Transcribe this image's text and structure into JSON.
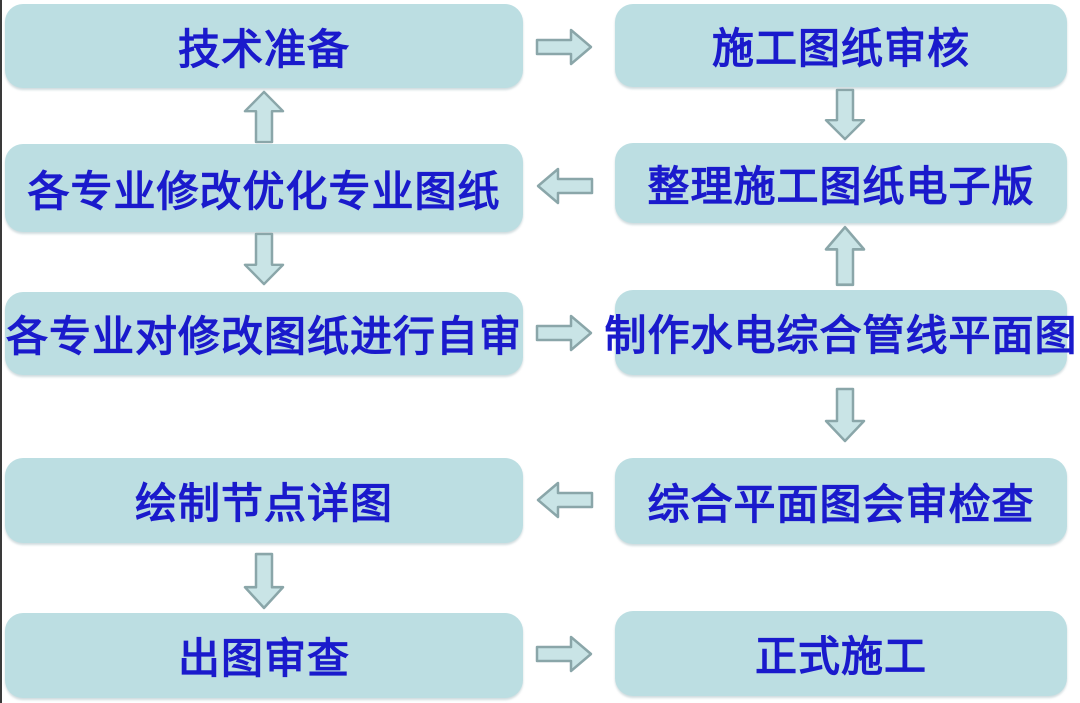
{
  "diagram": {
    "type": "flowchart",
    "colors": {
      "background": "#ffffff",
      "node_fill": "#bcdee2",
      "node_text": "#1a1acc",
      "arrow_fill": "#c9e4e6",
      "arrow_stroke": "#8aa6a9"
    },
    "nodes": [
      {
        "id": "technical-preparation",
        "column": "left",
        "row": 1,
        "label": "技术准备"
      },
      {
        "id": "discipline-optimize-drawings",
        "column": "left",
        "row": 2,
        "label": "各专业修改优化专业图纸"
      },
      {
        "id": "discipline-self-review",
        "column": "left",
        "row": 3,
        "label": "各专业对修改图纸进行自审"
      },
      {
        "id": "node-detail-drawing",
        "column": "left",
        "row": 4,
        "label": "绘制节点详图"
      },
      {
        "id": "drawing-output-review",
        "column": "left",
        "row": 5,
        "label": "出图审查"
      },
      {
        "id": "construction-drawing-review",
        "column": "right",
        "row": 1,
        "label": "施工图纸审核"
      },
      {
        "id": "organize-electronic-drawings",
        "column": "right",
        "row": 2,
        "label": "整理施工图纸电子版"
      },
      {
        "id": "mep-composite-plan",
        "column": "right",
        "row": 3,
        "label": "制作水电综合管线平面图"
      },
      {
        "id": "composite-plan-joint-review",
        "column": "right",
        "row": 4,
        "label": "综合平面图会审检查"
      },
      {
        "id": "formal-construction",
        "column": "right",
        "row": 5,
        "label": "正式施工"
      }
    ],
    "arrows": [
      {
        "direction": "right",
        "from": "技术准备",
        "to": "施工图纸审核"
      },
      {
        "direction": "up",
        "from": "各专业修改优化专业图纸",
        "to": "技术准备"
      },
      {
        "direction": "left",
        "from": "整理施工图纸电子版",
        "to": "各专业修改优化专业图纸"
      },
      {
        "direction": "down",
        "from": "各专业修改优化专业图纸",
        "to": "各专业对修改图纸进行自审"
      },
      {
        "direction": "right",
        "from": "各专业对修改图纸进行自审",
        "to": "制作水电综合管线平面图"
      },
      {
        "direction": "down",
        "from": "施工图纸审核",
        "to": "整理施工图纸电子版"
      },
      {
        "direction": "up",
        "from": "制作水电综合管线平面图",
        "to": "整理施工图纸电子版"
      },
      {
        "direction": "down",
        "from": "制作水电综合管线平面图",
        "to": "综合平面图会审检查"
      },
      {
        "direction": "left",
        "from": "综合平面图会审检查",
        "to": "绘制节点详图"
      },
      {
        "direction": "down",
        "from": "绘制节点详图",
        "to": "出图审查"
      },
      {
        "direction": "right",
        "from": "出图审查",
        "to": "正式施工"
      }
    ]
  }
}
